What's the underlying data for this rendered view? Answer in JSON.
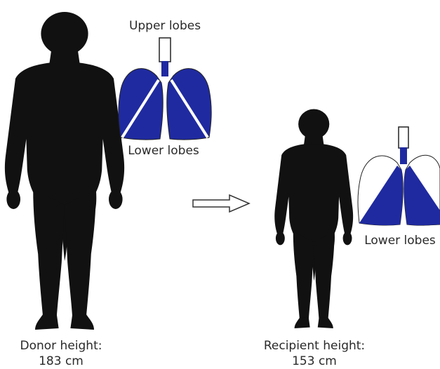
{
  "donor": {
    "upper_lobes_label": "Upper lobes",
    "lower_lobes_label": "Lower lobes",
    "height_label": "Donor height:",
    "height_value": "183 cm"
  },
  "recipient": {
    "lower_lobes_label": "Lower lobes",
    "height_label": "Recipient height:",
    "height_value": "153 cm"
  },
  "colors": {
    "silhouette": "#111111",
    "lung_fill": "#1f2aa0",
    "outline": "#222222"
  },
  "icons": [
    "donor-silhouette",
    "recipient-silhouette",
    "donor-lungs",
    "recipient-lungs",
    "arrow-right-icon"
  ]
}
